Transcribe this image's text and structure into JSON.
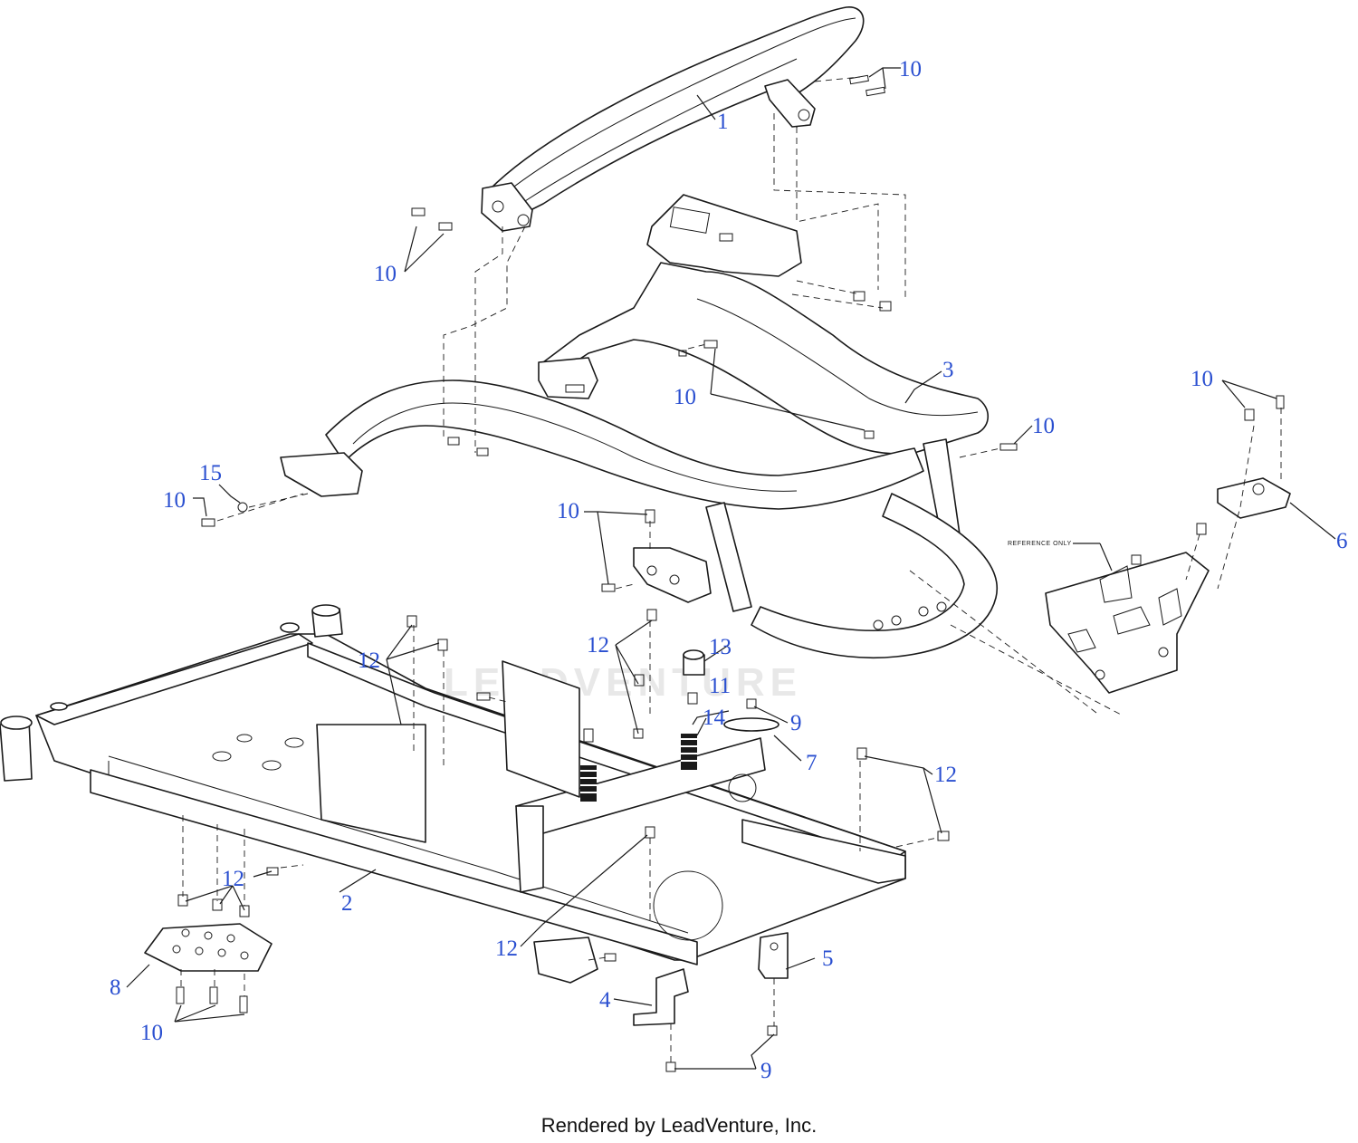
{
  "watermark": "LEADVENTURE",
  "footer": "Rendered by LeadVenture, Inc.",
  "reference_note": "REFERENCE ONLY",
  "callouts": {
    "c1": "1",
    "c2": "2",
    "c3": "3",
    "c4": "4",
    "c5": "5",
    "c6": "6",
    "c7": "7",
    "c8": "8",
    "c9a": "9",
    "c9b": "9",
    "c10a": "10",
    "c10b": "10",
    "c10c": "10",
    "c10d": "10",
    "c10e": "10",
    "c10f": "10",
    "c10g": "10",
    "c10h": "10",
    "c11": "11",
    "c12a": "12",
    "c12b": "12",
    "c12c": "12",
    "c12d": "12",
    "c12e": "12",
    "c13": "13",
    "c14": "14",
    "c15": "15"
  },
  "colors": {
    "callout": "#2a4fd0",
    "line": "#1a1a1a",
    "watermark": "#e8e8e8"
  }
}
